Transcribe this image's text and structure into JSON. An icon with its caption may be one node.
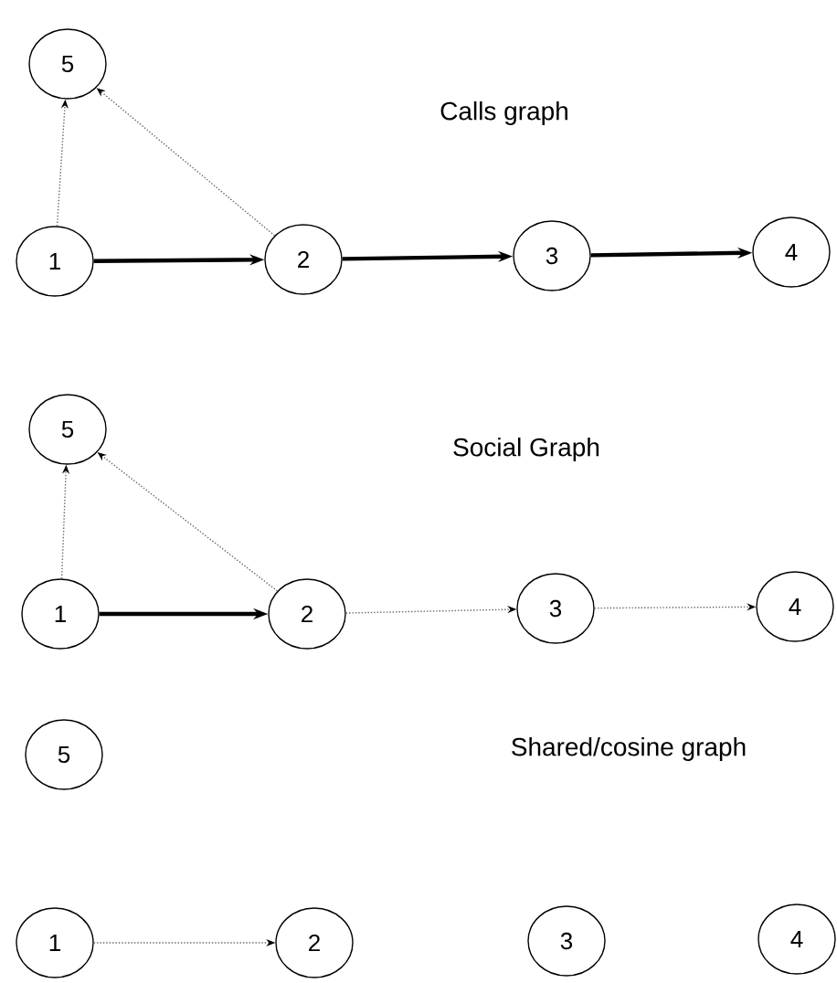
{
  "diagram": {
    "nodes": [
      {
        "text": [
          "5"
        ]
      },
      {
        "text": [
          "1"
        ]
      },
      {
        "text": [
          "2"
        ]
      },
      {
        "text": [
          "3"
        ]
      },
      {
        "text": [
          "4"
        ]
      },
      {
        "text": [
          "5"
        ]
      },
      {
        "text": [
          "1"
        ]
      },
      {
        "text": [
          "2"
        ]
      },
      {
        "text": [
          "3"
        ]
      },
      {
        "text": [
          "4"
        ]
      },
      {
        "text": [
          "5"
        ]
      },
      {
        "text": [
          "1"
        ]
      },
      {
        "text": [
          "2"
        ]
      },
      {
        "text": [
          "3"
        ]
      },
      {
        "text": [
          "4"
        ]
      }
    ],
    "edges": [
      {
        "from": 1,
        "to": 0,
        "arrow": "to",
        "style": "dashed"
      },
      {
        "from": 2,
        "to": 0,
        "arrow": "to",
        "style": "dashed"
      },
      {
        "from": 1,
        "to": 2,
        "arrow": "to",
        "style": "thick",
        "color": "#000000"
      },
      {
        "from": 2,
        "to": 3,
        "arrow": "to",
        "style": "thick",
        "color": "#000000"
      },
      {
        "from": 3,
        "to": 4,
        "arrow": "to",
        "style": "thick",
        "color": "#000000"
      },
      {
        "from": 6,
        "to": 5,
        "arrow": "to",
        "style": "dashed"
      },
      {
        "from": 7,
        "to": 5,
        "arrow": "to",
        "style": "dashed"
      },
      {
        "from": 6,
        "to": 7,
        "arrow": "to",
        "style": "thick",
        "color": "#000000"
      },
      {
        "from": 7,
        "to": 8,
        "arrow": "to",
        "style": "dashed"
      },
      {
        "from": 8,
        "to": 9,
        "arrow": "to",
        "style": "dashed"
      },
      {
        "from": 11,
        "to": 12,
        "arrow": "to",
        "style": "dashed"
      }
    ],
    "labels": [
      "Calls graph",
      "Social Graph",
      "Shared/cosine graph"
    ]
  }
}
